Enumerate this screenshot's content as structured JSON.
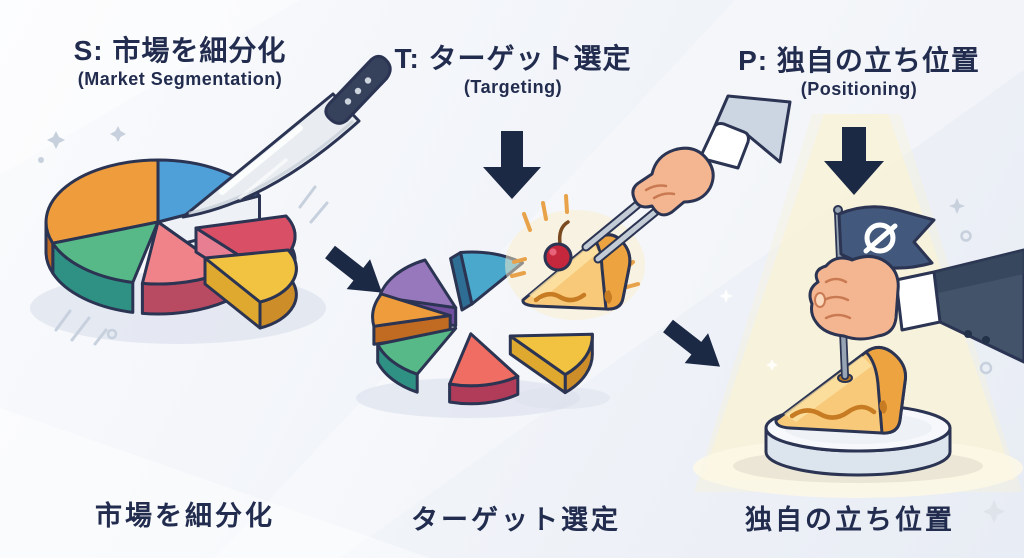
{
  "diagram": {
    "framework": "STP",
    "sections": [
      {
        "id": "segmentation",
        "title": "S: 市場を細分化",
        "subtitle": "(Market Segmentation)",
        "caption": "市場を細分化",
        "illustration": "pie-chart-cut-by-knife"
      },
      {
        "id": "targeting",
        "title": "T: ターゲット選定",
        "subtitle": "(Targeting)",
        "caption": "ターゲット選定",
        "illustration": "exploded-pie-hand-picking-slice"
      },
      {
        "id": "positioning",
        "title": "P: 独自の立ち位置",
        "subtitle": "(Positioning)",
        "caption": "独自の立ち位置",
        "illustration": "hand-planting-flag-on-pie-slice"
      }
    ],
    "arrows": {
      "between_sections": "diagonal-down-right",
      "under_titles": "down"
    }
  },
  "colors": {
    "ink": "#222c4e",
    "navy": "#1c2945",
    "outline": "#2b3452",
    "shadow": "#dbe0ec",
    "sparkle": "#c7d0dd",
    "spotlight": "#f8f2d9",
    "glow": "#fdf8e6",
    "orange": "#ee9c3c",
    "orange-side": "#c06a22",
    "blue": "#4f9fd8",
    "blue-side": "#2f6e94",
    "tealblue": "#4aa8cc",
    "green": "#57b988",
    "green-side": "#2f9084",
    "pink": "#f0838a",
    "pink-side": "#b84a62",
    "pink-face": "#f6adb3",
    "crimson": "#d94f66",
    "crimson-side": "#9c2f4b",
    "crimson-face": "#e87e92",
    "red": "#ef6d62",
    "red-side": "#b03c5a",
    "yellow": "#f2c341",
    "yellow-side": "#cd8d28",
    "yellow-face": "#dfa92f",
    "purple": "#9878bc",
    "purple-side": "#6f4f9e",
    "blade": "#e9edf2",
    "blade-shade": "#c3ccd6",
    "handle": "#36415c",
    "rivet": "#ccd4de",
    "skin": "#f4b690",
    "skin-line": "#c97a52",
    "sleeve": "#ccd6e2",
    "suit": "#42536a",
    "suit-dark": "#314257",
    "flag": "#42587c",
    "pole": "#97a4b3",
    "crust": "#eda33f",
    "crust-dark": "#c77b22",
    "filling": "#f7c979",
    "glaze": "#fce3a8",
    "cherry": "#c5283d",
    "stem": "#7a4a21",
    "pedestal": "#f6f8fb",
    "pedestal-side": "#dce4ee",
    "ray": "#e8a24a"
  }
}
